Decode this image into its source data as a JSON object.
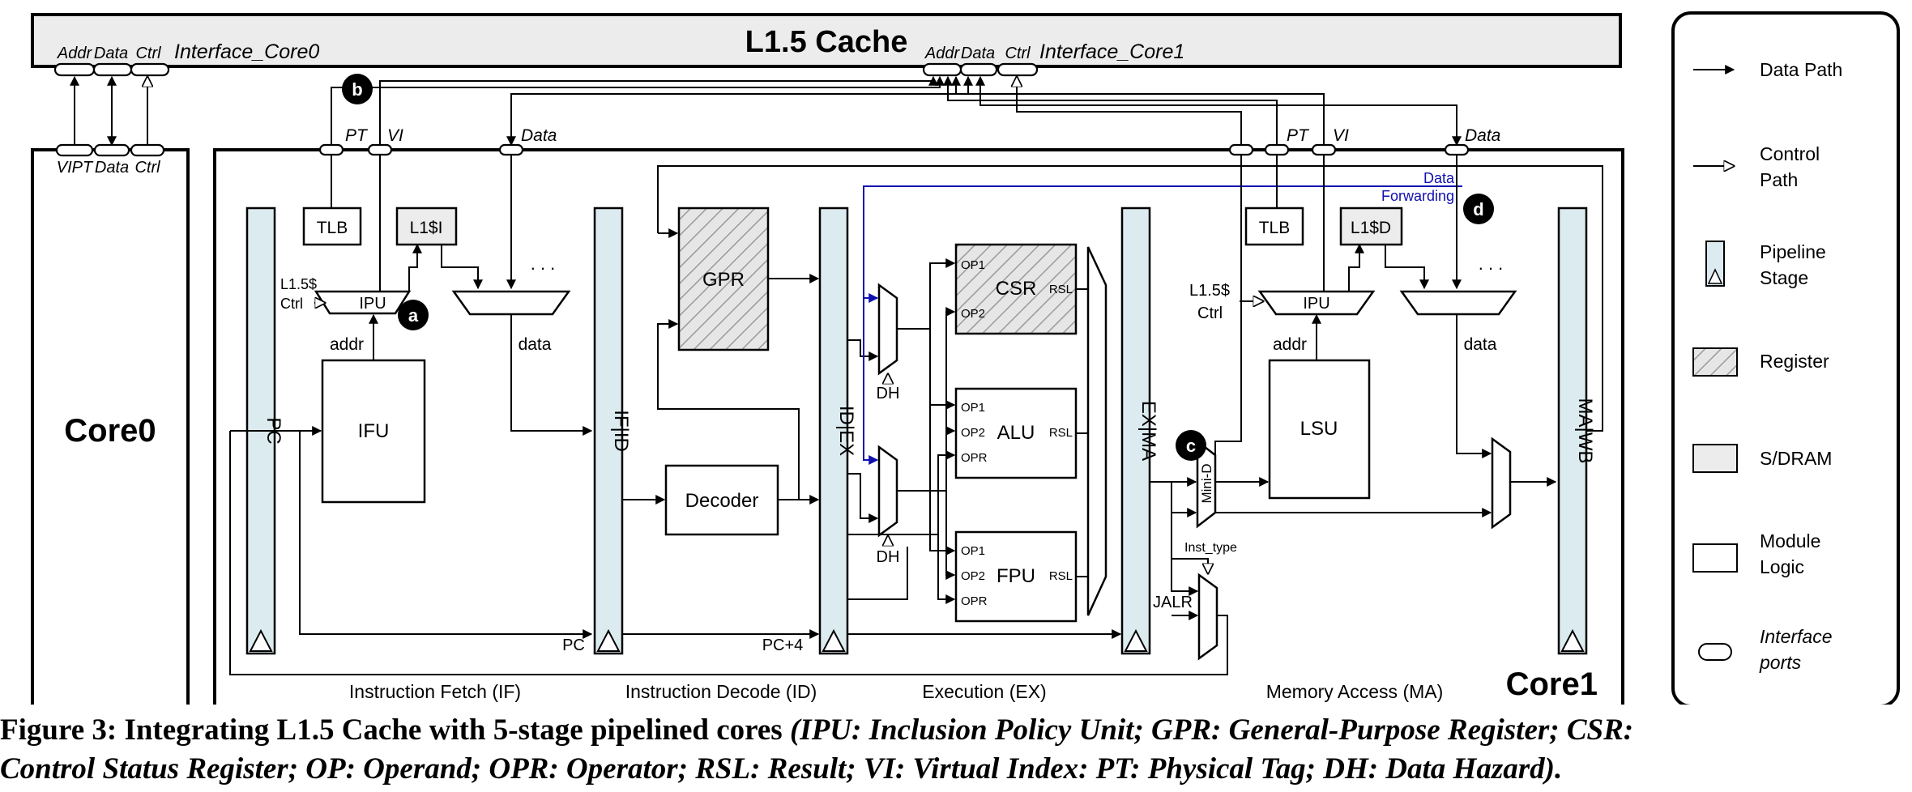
{
  "cache": {
    "title": "L1.5 Cache",
    "interface_core0": "Interface_Core0",
    "interface_core1": "Interface_Core1",
    "port_addr": "Addr",
    "port_data": "Data",
    "port_ctrl": "Ctrl"
  },
  "core0": {
    "title": "Core0",
    "port_vipt": "VIPT",
    "port_data": "Data",
    "port_ctrl": "Ctrl"
  },
  "core1": {
    "title": "Core1",
    "port_pt": "PT",
    "port_vi": "VI",
    "port_data": "Data"
  },
  "markers": {
    "a": "a",
    "b": "b",
    "c": "c",
    "d": "d"
  },
  "blocks": {
    "tlb": "TLB",
    "l1i": "L1$I",
    "l1d": "L1$D",
    "ipu": "IPU",
    "ifu": "IFU",
    "lsu": "LSU",
    "gpr": "GPR",
    "decoder": "Decoder",
    "csr": "CSR",
    "alu": "ALU",
    "fpu": "FPU",
    "mini_d": "Mini-D",
    "dots": ". . ."
  },
  "stages": {
    "pc": "PC",
    "if_id": "IF|ID",
    "id_ex": "ID|EX",
    "ex_ma": "EX|MA",
    "ma_wb": "MA|WB"
  },
  "signals": {
    "l15_ctrl_1": "L1.5$",
    "l15_ctrl_2": "Ctrl",
    "addr": "addr",
    "data": "data",
    "pc": "PC",
    "pc4": "PC+4",
    "dh": "DH",
    "op1": "OP1",
    "op2": "OP2",
    "opr": "OPR",
    "rsl": "RSL",
    "jalr": "JALR",
    "inst_type": "Inst_type",
    "fwd_1": "Data",
    "fwd_2": "Forwarding"
  },
  "phases": {
    "fetch": "Instruction Fetch (IF)",
    "decode": "Instruction Decode (ID)",
    "execute": "Execution (EX)",
    "memory": "Memory Access (MA)"
  },
  "legend": {
    "data_path": "Data Path",
    "control_path_1": "Control",
    "control_path_2": "Path",
    "pipeline_stage_1": "Pipeline",
    "pipeline_stage_2": "Stage",
    "register": "Register",
    "sdram": "S/DRAM",
    "module_logic_1": "Module",
    "module_logic_2": "Logic",
    "interface_ports_1": "Interface",
    "interface_ports_2": "ports"
  },
  "caption": {
    "title": "Figure 3: Integrating L1.5 Cache with 5-stage pipelined cores ",
    "desc_1": "(IPU: Inclusion Policy Unit; GPR: General-Purpose Register; CSR:",
    "desc_2": "Control Status Register; OP: Operand; OPR: Operator; RSL: Result; VI: Virtual Index: PT: Physical Tag; DH: Data Hazard)."
  },
  "colors": {
    "stage_fill": "#dcebf0",
    "register_fill": "#e6e6e6",
    "sdram_fill": "#ececec",
    "cache_fill": "#ececec",
    "forwarding": "#1010b0"
  }
}
